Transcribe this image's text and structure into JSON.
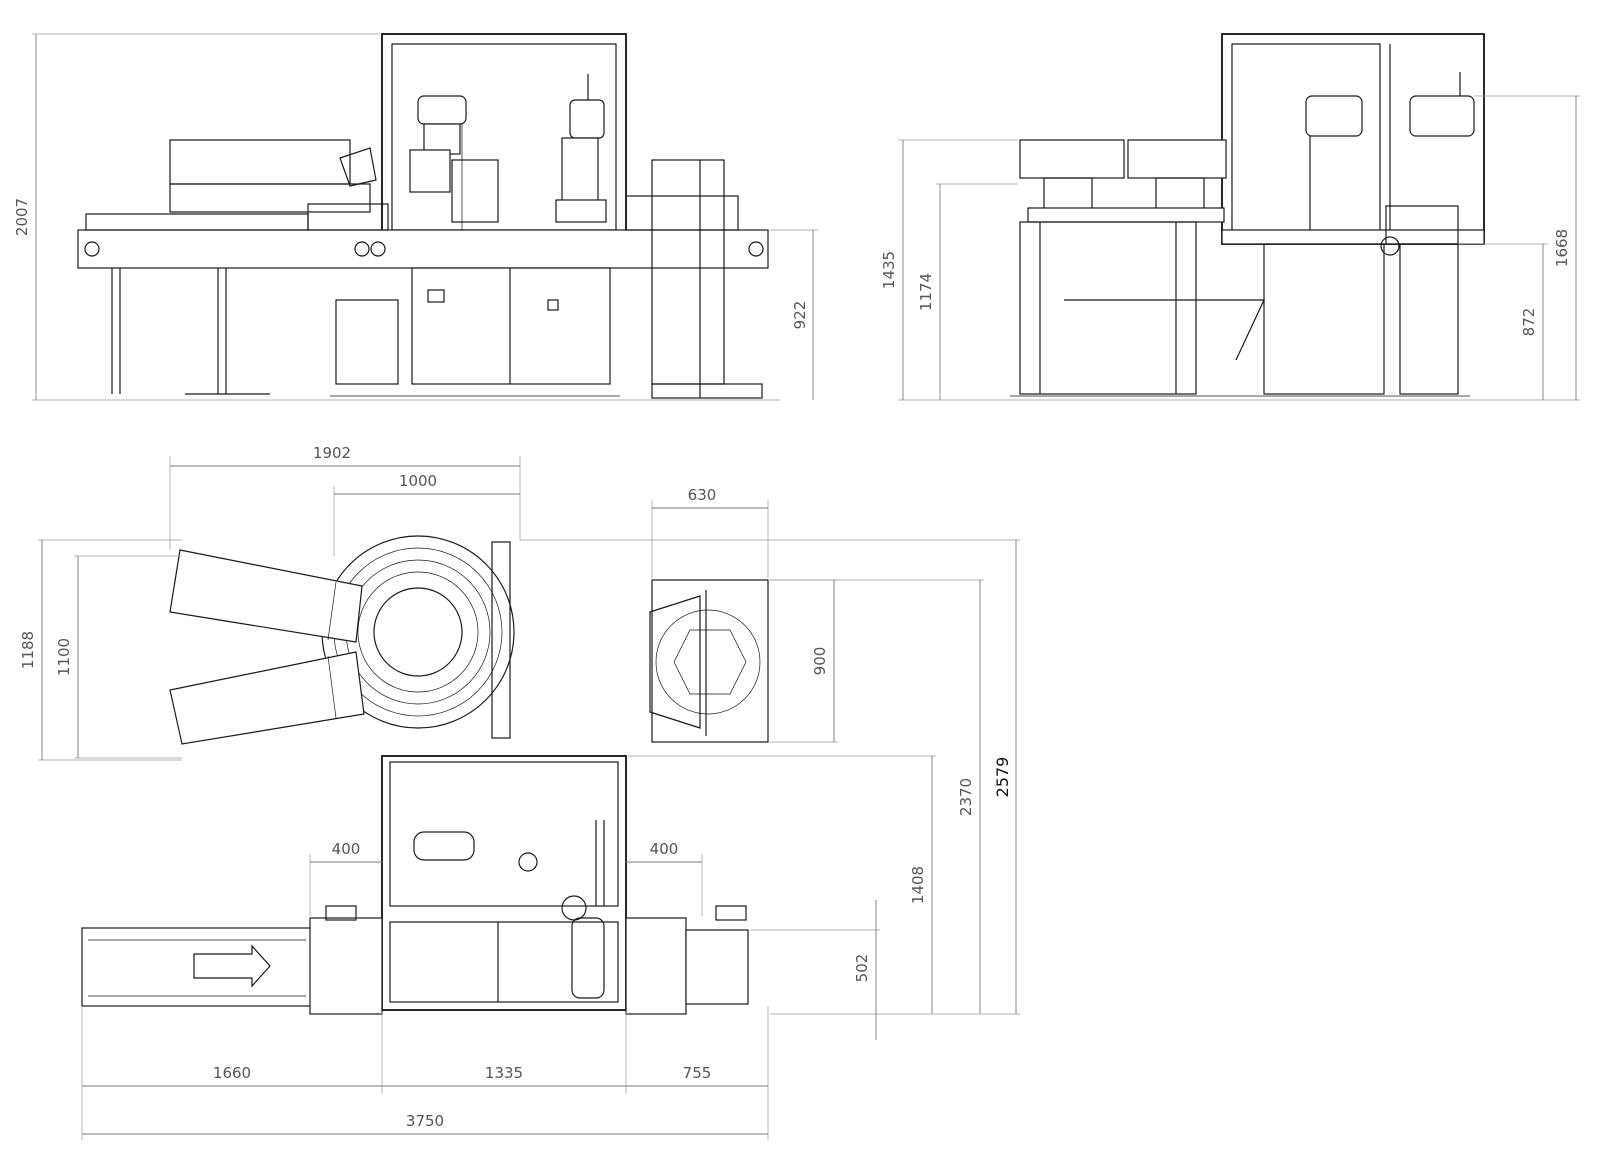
{
  "drawing": {
    "views": [
      "front-view",
      "side-view",
      "top-view"
    ]
  },
  "dimensions": {
    "front": {
      "overall_height": "2007",
      "table_height": "922"
    },
    "side": {
      "bowl_height": "1435",
      "table_top_height": "1174",
      "robot_height": "1668",
      "deck_height": "872"
    },
    "top": {
      "feeder_width": "1902",
      "bowl_width": "1000",
      "station_width": "630",
      "feeder_depth_outer": "1188",
      "feeder_depth_inner": "1100",
      "station_depth": "900",
      "overall_depth": "2579",
      "cell_depth": "2370",
      "cabinet_depth": "1408",
      "conveyor_width": "502",
      "clearance_left": "400",
      "clearance_right": "400",
      "infeed_length": "1660",
      "cell_length": "1335",
      "outfeed_length": "755",
      "overall_length": "3750"
    }
  }
}
